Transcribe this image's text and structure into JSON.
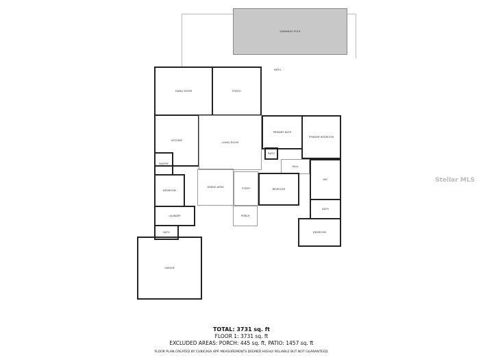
{
  "rooms": {
    "pool": "Swimming Pool",
    "patio": "Patio",
    "family_room": "Family Room",
    "porch_rear": "Porch",
    "kitchen": "Kitchen",
    "living_room": "Living Room",
    "primary_bath": "Primary Bath",
    "primary_bedroom": "Primary Bedroom",
    "bath_primary_wc": "Bath",
    "hall": "Hall",
    "wic": "WIC",
    "pantry": "Pantry",
    "bedroom_left": "Bedroom",
    "dining_area": "Dining Area",
    "foyer": "Foyer",
    "bedroom_center": "Bedroom",
    "bath_right": "Bath",
    "bedroom_right": "Bedroom",
    "laundry": "Laundry",
    "bath_left": "Bath",
    "porch_front": "Porch",
    "garage": "Garage"
  },
  "summary": {
    "total": "TOTAL: 3731 sq. ft",
    "floor1": "FLOOR 1: 3731 sq. ft",
    "excluded": "EXCLUDED AREAS: PORCH: 445 sq. ft, PATIO: 1457 sq. ft",
    "disclaimer": "FLOOR PLAN CREATED BY CUBICASA APP. MEASUREMENTS DEEMED HIGHLY RELIABLE BUT NOT GUARANTEED."
  },
  "watermark": "Stellar MLS"
}
